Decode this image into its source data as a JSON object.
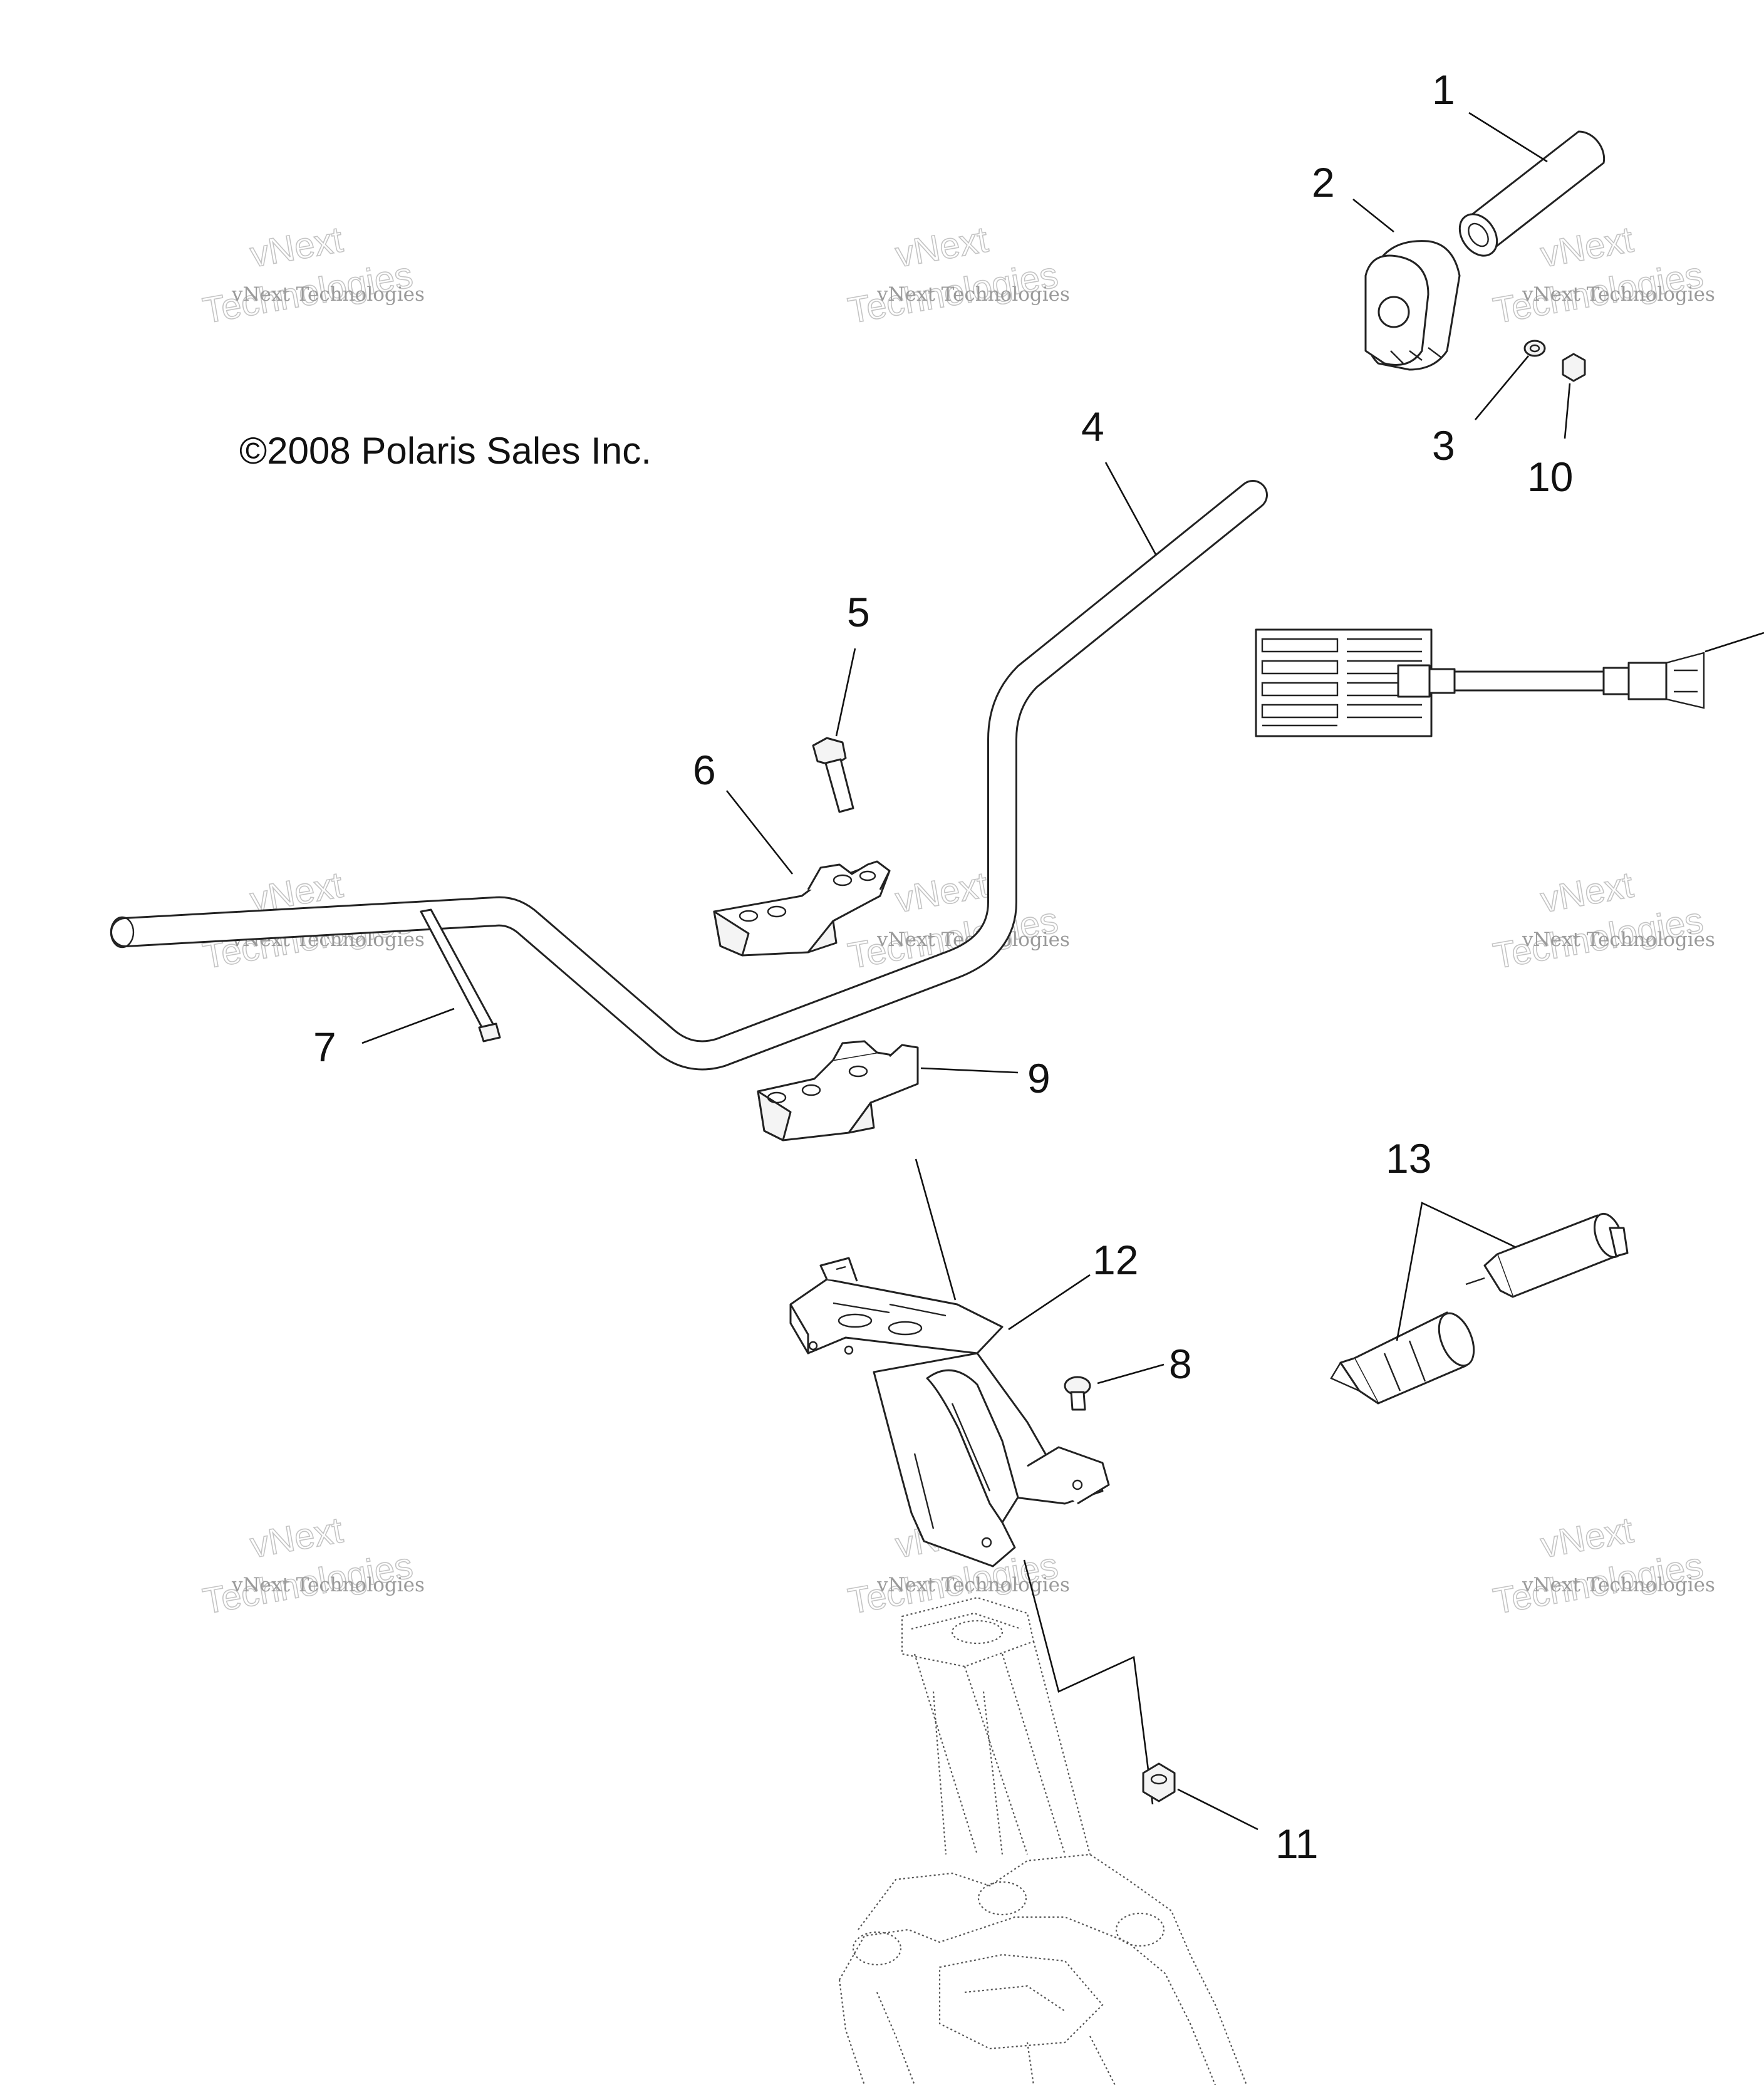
{
  "copyright": "©2008 Polaris Sales Inc.",
  "watermark": {
    "line1": "vNext Technologies",
    "line2": "vNext",
    "line3": "Technologies"
  },
  "callouts": {
    "c1": "1",
    "c2": "2",
    "c3": "3",
    "c4": "4",
    "c5": "5",
    "c6": "6",
    "c7": "7",
    "c8": "8",
    "c9": "9",
    "c10": "10",
    "c11": "11",
    "c12": "12",
    "c13": "13"
  }
}
